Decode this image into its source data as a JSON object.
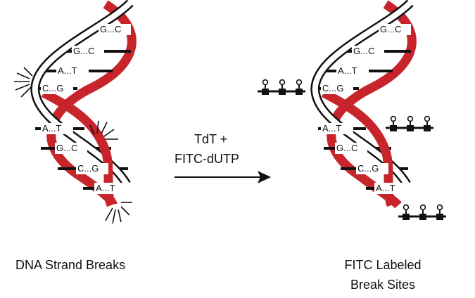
{
  "left_helix": {
    "base_pairs": [
      "G...C",
      "G...C",
      "A...T",
      "C...G",
      "A...T",
      "G...C",
      "C...G",
      "A...T"
    ]
  },
  "right_helix": {
    "base_pairs": [
      "G...C",
      "G...C",
      "A...T",
      "C...G",
      "A...T",
      "G...C",
      "C...G",
      "A...T"
    ]
  },
  "reaction": {
    "line1": "TdT +",
    "line2": "FITC-dUTP"
  },
  "captions": {
    "left": "DNA Strand Breaks",
    "right_line1": "FITC Labeled",
    "right_line2": "Break Sites"
  },
  "colors": {
    "strand_red": "#c8242b",
    "ink": "#111111"
  }
}
